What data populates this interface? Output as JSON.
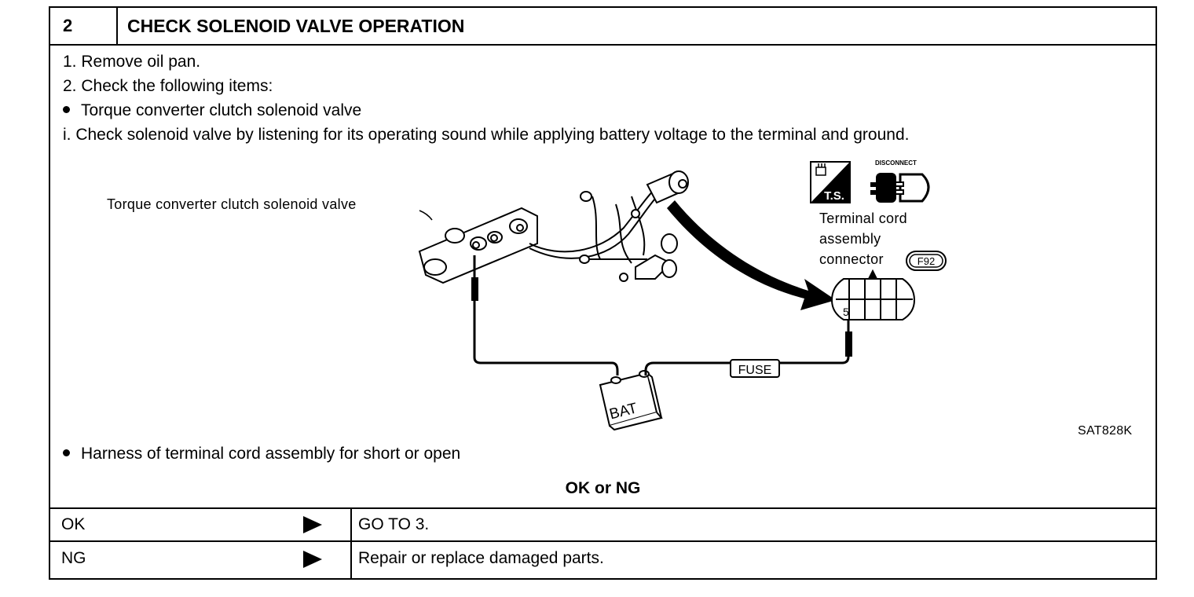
{
  "header": {
    "step": "2",
    "title": "CHECK SOLENOID VALVE OPERATION"
  },
  "instructions": [
    "1.  Remove oil pan.",
    "2.  Check the following items:",
    "Torque converter clutch solenoid valve",
    "i.  Check solenoid valve by listening for its operating sound while applying battery voltage to the terminal and ground."
  ],
  "diagram": {
    "valve_label": "Torque converter clutch solenoid valve",
    "ts_label": "T.S.",
    "disconnect_label": "DISCONNECT",
    "connector_label_lines": [
      "Terminal cord",
      "assembly",
      "connector"
    ],
    "connector_code": "F92",
    "terminal_number": "5",
    "fuse_label": "FUSE",
    "battery_label": "BAT",
    "figure_code": "SAT828K"
  },
  "bullet2": "Harness of terminal cord assembly for short or open",
  "result_heading": "OK or NG",
  "results": [
    {
      "status": "OK",
      "action": "GO TO 3."
    },
    {
      "status": "NG",
      "action": "Repair or replace damaged parts."
    }
  ]
}
